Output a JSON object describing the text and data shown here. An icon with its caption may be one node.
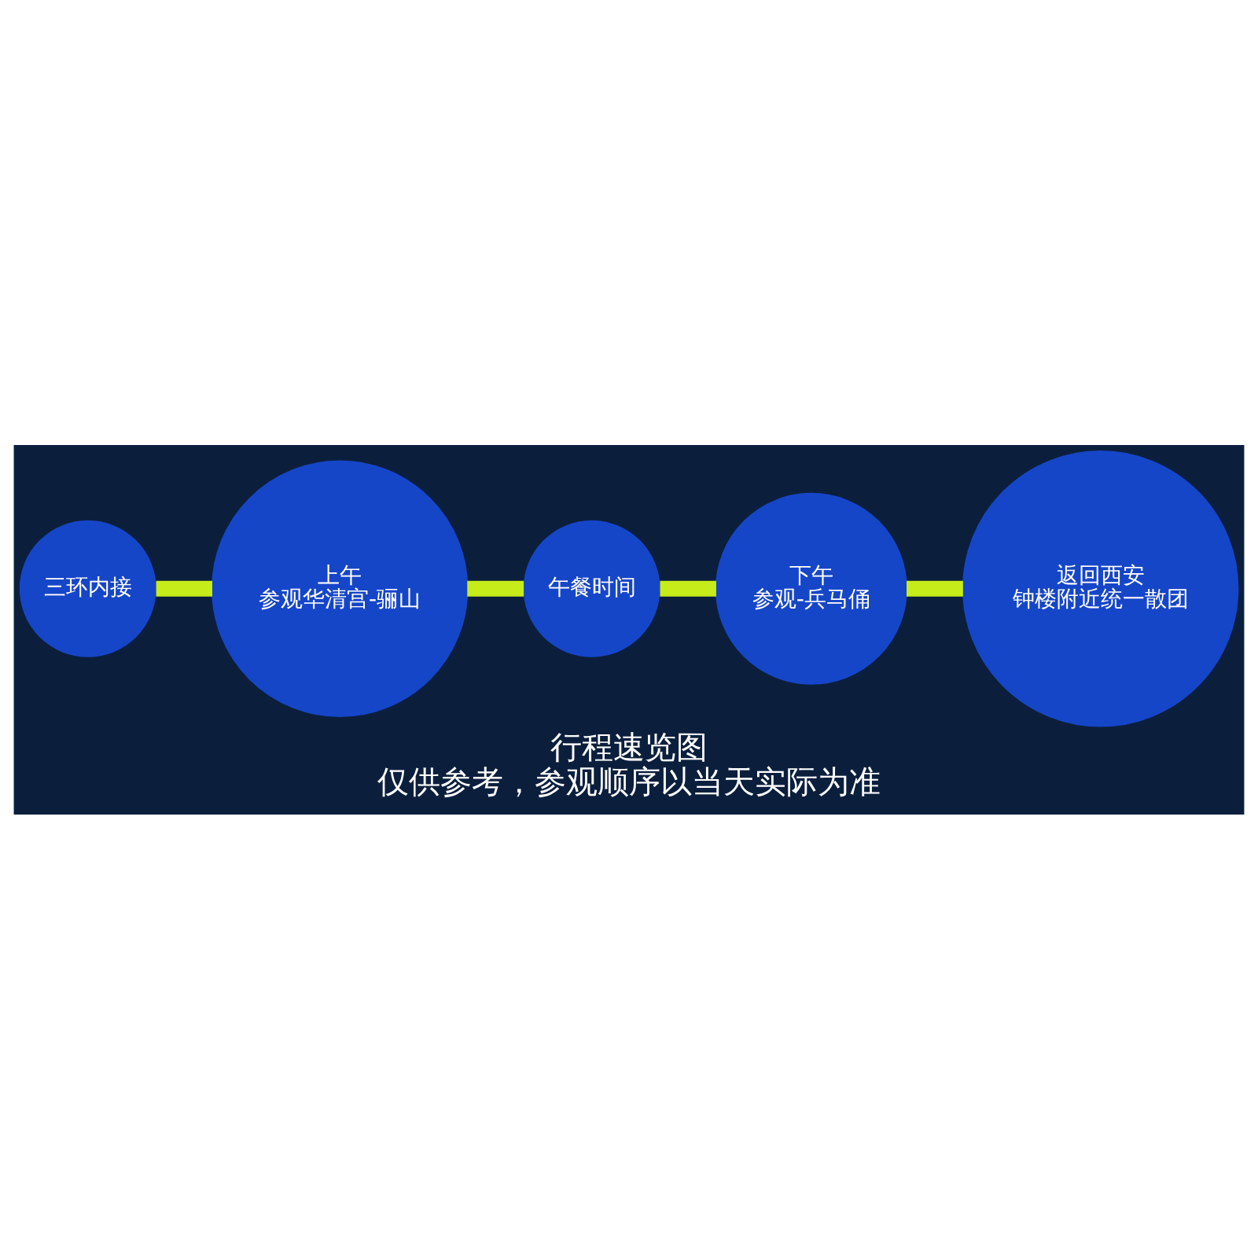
{
  "diagram": {
    "title": "行程速览图",
    "caption": "仅供参考，参观顺序以当天实际为准",
    "nodes": [
      {
        "text": [
          "三环内接"
        ]
      },
      {
        "text": [
          "上午",
          "参观华清宫-骊山"
        ]
      },
      {
        "text": [
          "午餐时间"
        ]
      },
      {
        "text": [
          "下午",
          "参观-兵马俑"
        ]
      },
      {
        "text": [
          "返回西安",
          "钟楼附近统一散团"
        ]
      }
    ],
    "edges": [
      {
        "from": 0,
        "to": 1,
        "arrow": "none"
      },
      {
        "from": 1,
        "to": 2,
        "arrow": "none"
      },
      {
        "from": 2,
        "to": 3,
        "arrow": "none"
      },
      {
        "from": 3,
        "to": 4,
        "arrow": "none"
      }
    ]
  }
}
